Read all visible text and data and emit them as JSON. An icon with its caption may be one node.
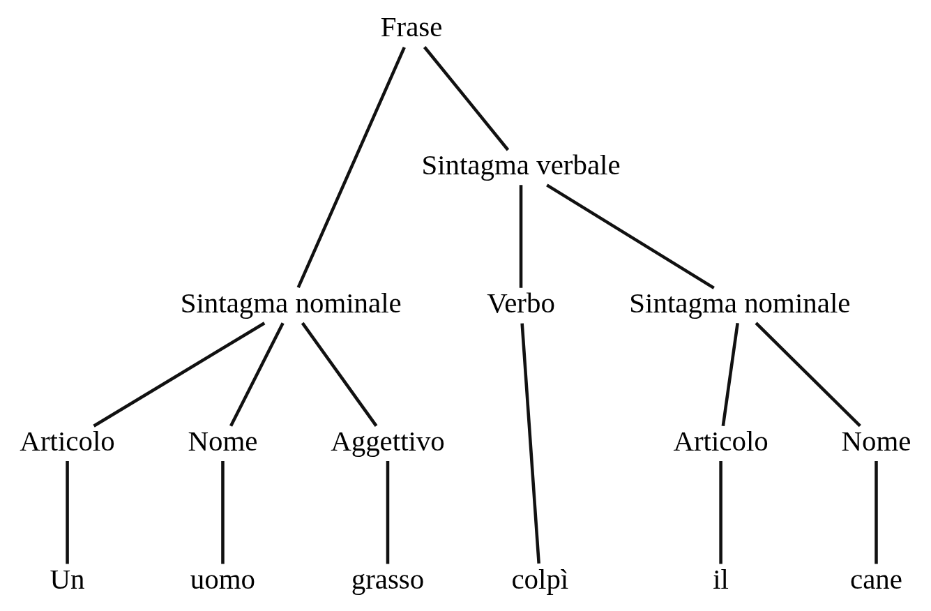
{
  "diagram": {
    "nodes": [
      {
        "text": [
          "Frase"
        ]
      },
      {
        "text": [
          "Sintagma nominale"
        ]
      },
      {
        "text": [
          "Sintagma verbale"
        ]
      },
      {
        "text": [
          "Articolo"
        ]
      },
      {
        "text": [
          "Nome"
        ]
      },
      {
        "text": [
          "Aggettivo"
        ]
      },
      {
        "text": [
          "Verbo"
        ]
      },
      {
        "text": [
          "Sintagma nominale"
        ]
      },
      {
        "text": [
          "Articolo"
        ]
      },
      {
        "text": [
          "Nome"
        ]
      },
      {
        "text": [
          "Un"
        ]
      },
      {
        "text": [
          "uomo"
        ]
      },
      {
        "text": [
          "grasso"
        ]
      },
      {
        "text": [
          "colpì"
        ]
      },
      {
        "text": [
          "il"
        ]
      },
      {
        "text": [
          "cane"
        ]
      }
    ],
    "edges": [
      {
        "from": 0,
        "to": 1,
        "arrow": "none"
      },
      {
        "from": 0,
        "to": 2,
        "arrow": "none"
      },
      {
        "from": 1,
        "to": 3,
        "arrow": "none"
      },
      {
        "from": 1,
        "to": 4,
        "arrow": "none"
      },
      {
        "from": 1,
        "to": 5,
        "arrow": "none"
      },
      {
        "from": 2,
        "to": 6,
        "arrow": "none"
      },
      {
        "from": 2,
        "to": 7,
        "arrow": "none"
      },
      {
        "from": 7,
        "to": 8,
        "arrow": "none"
      },
      {
        "from": 7,
        "to": 9,
        "arrow": "none"
      },
      {
        "from": 3,
        "to": 10,
        "arrow": "none"
      },
      {
        "from": 4,
        "to": 11,
        "arrow": "none"
      },
      {
        "from": 5,
        "to": 12,
        "arrow": "none"
      },
      {
        "from": 6,
        "to": 13,
        "arrow": "none"
      },
      {
        "from": 8,
        "to": 14,
        "arrow": "none"
      },
      {
        "from": 9,
        "to": 15,
        "arrow": "none"
      }
    ]
  }
}
